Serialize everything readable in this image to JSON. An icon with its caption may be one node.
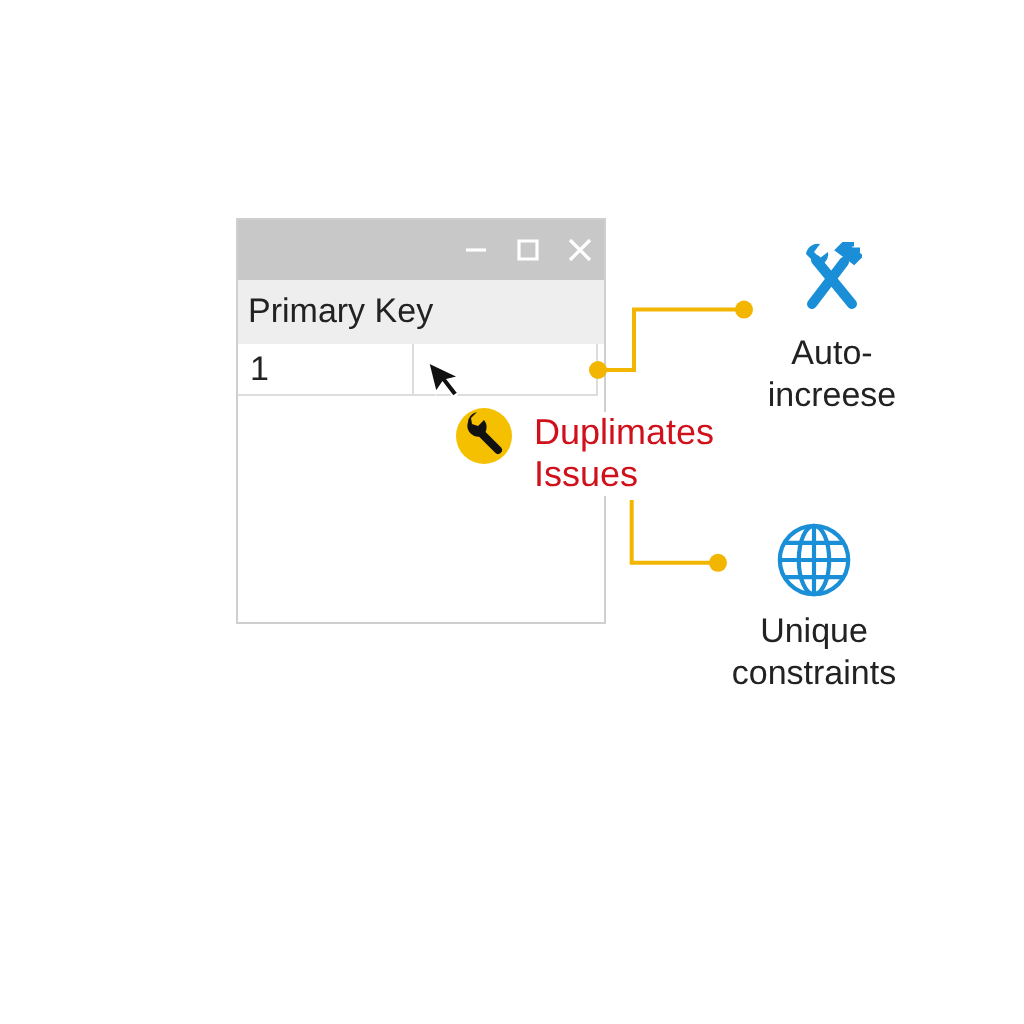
{
  "diagram": {
    "nodes": [
      {
        "text": [
          "Primary Key"
        ]
      },
      {
        "text": [
          "1"
        ],
        "in": 0
      },
      {
        "text": [],
        "shape": "box",
        "in": 0
      },
      {
        "text": [
          "Auto- increese"
        ]
      },
      {
        "text": [
          "Duplimates Issues"
        ]
      },
      {
        "text": [
          "Unique constraints"
        ]
      }
    ],
    "edges": [
      {
        "from": 2,
        "to": 3,
        "arrow": "other"
      },
      {
        "from": 4,
        "to": 5,
        "arrow": "other"
      }
    ]
  }
}
